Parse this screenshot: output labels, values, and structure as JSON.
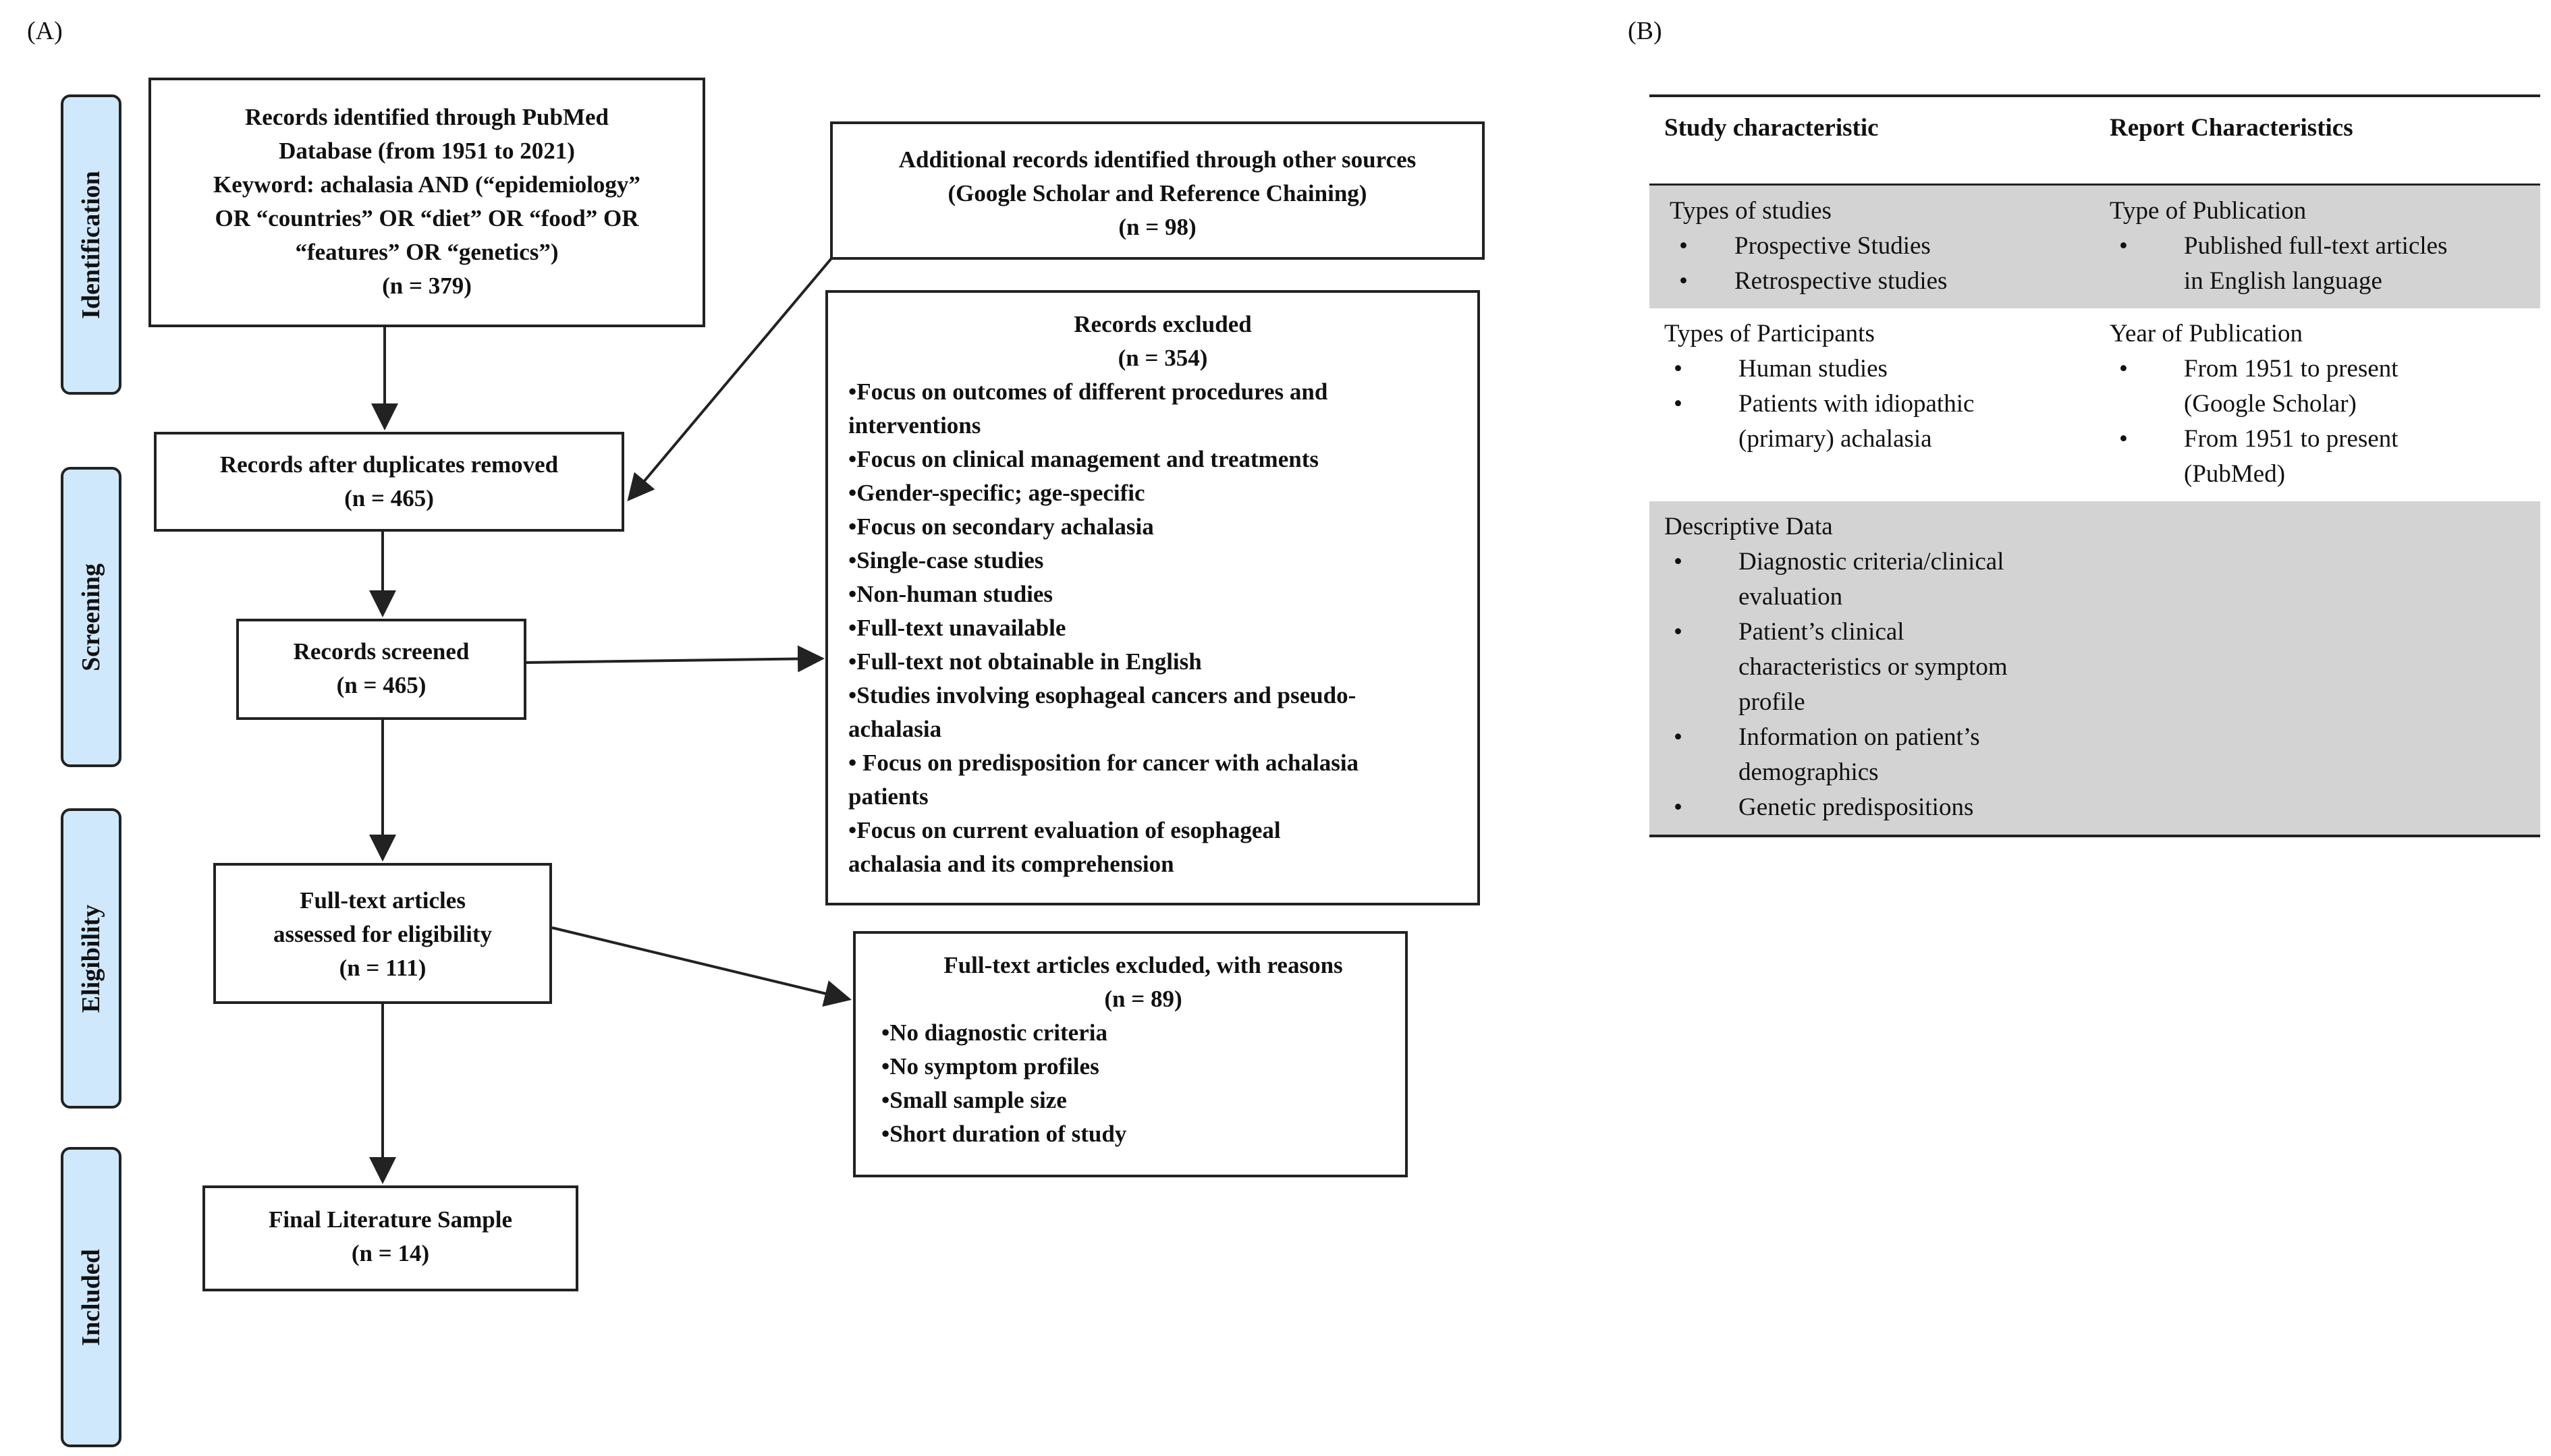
{
  "panels": {
    "a_label": "(A)",
    "b_label": "(B)"
  },
  "stages": {
    "identification": "Identification",
    "screening": "Screening",
    "eligibility": "Eligibility",
    "included": "Included"
  },
  "flow": {
    "pubmed": {
      "lines": [
        "Records identified through PubMed",
        "Database (from 1951 to 2021)",
        "Keyword: achalasia AND (“epidemiology”",
        "OR “countries” OR “diet” OR “food” OR",
        "“features” OR “genetics”)",
        "(n = 379)"
      ]
    },
    "additional": {
      "lines": [
        "Additional records identified through other sources",
        "(Google Scholar and Reference Chaining)",
        "(n = 98)"
      ]
    },
    "duplicates": {
      "lines": [
        "Records after duplicates removed",
        "(n = 465)"
      ]
    },
    "screened": {
      "lines": [
        "Records screened",
        "(n = 465)"
      ]
    },
    "excluded": {
      "title": "Records excluded",
      "count": "(n = 354)",
      "lines": [
        "•Focus on outcomes of different procedures and",
        "interventions",
        "•Focus on clinical management and treatments",
        "•Gender-specific; age-specific",
        "•Focus on secondary achalasia",
        "•Single-case studies",
        "•Non-human studies",
        "•Full-text unavailable",
        "•Full-text not obtainable in English",
        "•Studies involving esophageal cancers and pseudo-",
        "achalasia",
        "• Focus on predisposition for cancer with achalasia",
        "patients",
        "•Focus on current evaluation of esophageal",
        "achalasia and its comprehension"
      ]
    },
    "fulltext": {
      "lines": [
        "Full-text articles",
        "assessed for eligibility",
        "(n = 111)"
      ]
    },
    "fulltext_excluded": {
      "title": "Full-text articles excluded, with reasons",
      "count": "(n = 89)",
      "lines": [
        "•No diagnostic criteria",
        "•No symptom profiles",
        "•Small sample size",
        "•Short duration of study"
      ]
    },
    "final": {
      "lines": [
        "Final Literature Sample",
        "(n = 14)"
      ]
    }
  },
  "table": {
    "headers": [
      "Study characteristic",
      "Report Characteristics"
    ],
    "rows": [
      {
        "left_title": "Types of studies",
        "left_items": [
          [
            "Prospective Studies"
          ],
          [
            "Retrospective studies"
          ]
        ],
        "right_title": "Type of Publication",
        "right_items": [
          [
            "Published full-text articles",
            "in English language"
          ]
        ]
      },
      {
        "left_title": "Types of Participants",
        "left_items": [
          [
            "Human studies"
          ],
          [
            "Patients with idiopathic",
            "(primary) achalasia"
          ]
        ],
        "right_title": "Year of Publication",
        "right_items": [
          [
            "From 1951 to present",
            "(Google Scholar)"
          ],
          [
            "From 1951 to present",
            "(PubMed)"
          ]
        ]
      },
      {
        "left_title": "Descriptive Data",
        "left_items": [
          [
            "Diagnostic criteria/clinical",
            "evaluation"
          ],
          [
            "Patient’s clinical",
            "characteristics or symptom",
            "profile"
          ],
          [
            "Information on patient’s",
            "demographics"
          ],
          [
            "Genetic predispositions"
          ]
        ],
        "right_title": "",
        "right_items": []
      }
    ],
    "bullet": "•"
  },
  "colors": {
    "stage_fill": "#cfe8fb",
    "shade": "#d3d3d3",
    "line": "#222222"
  }
}
